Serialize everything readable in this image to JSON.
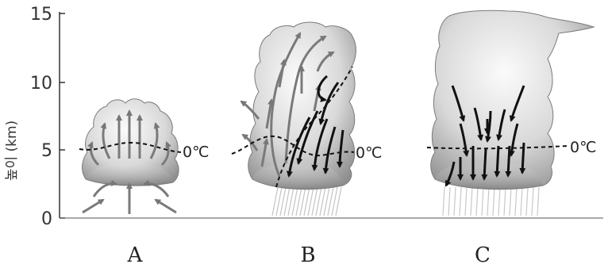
{
  "y_axis": {
    "title": "높이 (km)",
    "ticks": [
      "0",
      "5",
      "10",
      "15"
    ]
  },
  "freezing_level_label": "0℃",
  "stages": [
    {
      "label": "A"
    },
    {
      "label": "B"
    },
    {
      "label": "C"
    }
  ],
  "colors": {
    "cloud_light": "#f2f2f2",
    "cloud_dark": "#8c8c8c",
    "arrow_updraft": "#7a7a7a",
    "arrow_downdraft": "#111111",
    "rain": "#bdbdbd"
  }
}
